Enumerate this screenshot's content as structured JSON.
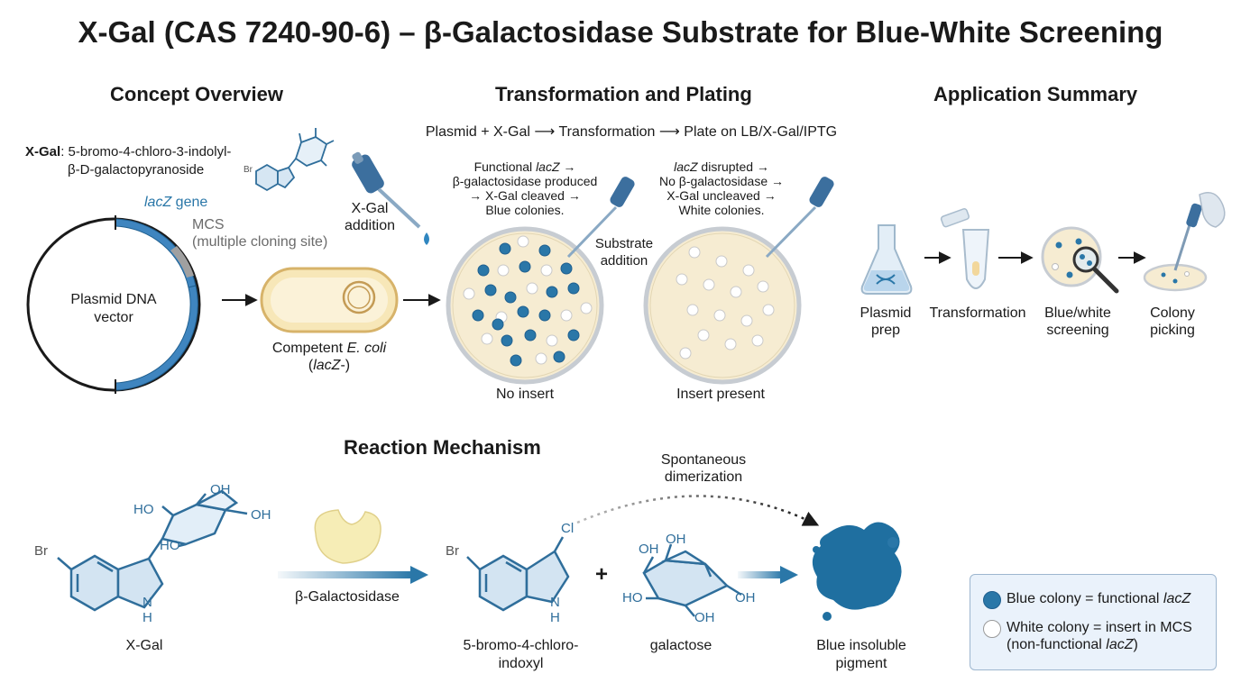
{
  "title": "X-Gal (CAS 7240-90-6) – β-Galactosidase Substrate for Blue-White Screening",
  "sections": {
    "concept": "Concept Overview",
    "transformation": "Transformation and Plating",
    "application": "Application Summary",
    "mechanism": "Reaction Mechanism"
  },
  "concept": {
    "xgal_bold": "X-Gal",
    "xgal_name_1": ": 5-bromo-4-chloro-3-indolyl-",
    "xgal_name_2": "β-D-galactopyranoside",
    "lacz_italic": "lacZ",
    "lacz_rest": " gene",
    "mcs_1": "MCS",
    "mcs_2": "(multiple cloning site)",
    "plasmid_1": "Plasmid DNA",
    "plasmid_2": "vector",
    "xgal_add_1": "X-Gal",
    "xgal_add_2": "addition",
    "ecoli_1": "Competent ",
    "ecoli_italic": "E. coli",
    "ecoli_2_open": "(",
    "ecoli_2_italic": "lacZ",
    "ecoli_2_close": "-)",
    "struct_br": "Br"
  },
  "transformation": {
    "flow": "Plasmid + X-Gal ⟶ Transformation ⟶ Plate on LB/X-Gal/IPTG",
    "left_1a": "Functional ",
    "left_1b": "lacZ",
    "left_1c": " →",
    "left_2": "β-galactosidase produced",
    "left_3": "→ X-Gal cleaved →",
    "left_4": "Blue colonies.",
    "right_1a": "lacZ",
    "right_1b": " disrupted →",
    "right_2": "No β-galactosidase →",
    "right_3": "X-Gal uncleaved →",
    "right_4": "White colonies.",
    "substrate_1": "Substrate",
    "substrate_2": "addition",
    "plate_left": "No insert",
    "plate_right": "Insert present"
  },
  "application": {
    "steps": [
      {
        "line1": "Plasmid",
        "line2": "prep"
      },
      {
        "line1": "Transformation",
        "line2": ""
      },
      {
        "line1": "Blue/white",
        "line2": "screening"
      },
      {
        "line1": "Colony",
        "line2": "picking"
      }
    ]
  },
  "mechanism": {
    "xgal_label": "X-Gal",
    "enzyme_label": "β-Galactosidase",
    "indoxyl_1": "5-bromo-4-chloro-",
    "indoxyl_2": "indoxyl",
    "plus": "+",
    "galactose": "galactose",
    "dimer_1": "Spontaneous",
    "dimer_2": "dimerization",
    "pigment_1": "Blue insoluble",
    "pigment_2": "pigment",
    "atoms": {
      "oh": "OH",
      "ho": "HO",
      "br": "Br",
      "cl": "Cl",
      "n": "N",
      "h": "H"
    }
  },
  "legend": {
    "blue_text": "Blue colony = functional ",
    "blue_italic": "lacZ",
    "white_text": "White colony = insert in MCS",
    "white_2_open": "(non-functional ",
    "white_2_italic": "lacZ",
    "white_2_close": ")"
  },
  "colors": {
    "blue": "#2a77a8",
    "agar": "#f6ecd2",
    "white_colony": "#ffffff",
    "pigment": "#1f6fa0"
  }
}
